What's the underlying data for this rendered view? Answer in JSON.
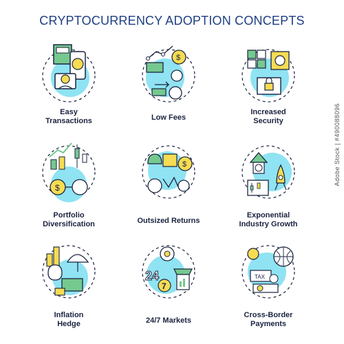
{
  "title": "CRYPTOCURRENCY ADOPTION CONCEPTS",
  "icons": [
    {
      "label_line1": "Easy",
      "label_line2": "Transactions",
      "icon": "atm-phone-person-icon"
    },
    {
      "label_line1": "Low Fees",
      "label_line2": "",
      "icon": "money-exchange-icon"
    },
    {
      "label_line1": "Increased",
      "label_line2": "Security",
      "icon": "blockchain-lock-icon"
    },
    {
      "label_line1": "Portfolio",
      "label_line2": "Diversification",
      "icon": "candlestick-coins-icon"
    },
    {
      "label_line1": "Outsized Returns",
      "label_line2": "",
      "icon": "moneybag-calendar-icon"
    },
    {
      "label_line1": "Exponential",
      "label_line2": "Industry Growth",
      "icon": "rocket-chart-icon"
    },
    {
      "label_line1": "Inflation",
      "label_line2": "Hedge",
      "icon": "umbrella-moneybag-icon"
    },
    {
      "label_line1": "24/7 Markets",
      "label_line2": "",
      "icon": "clock-shop-icon"
    },
    {
      "label_line1": "Cross-Border",
      "label_line2": "Payments",
      "icon": "globe-tax-icon"
    }
  ],
  "watermark": "Adobe Stock | #490088096",
  "colors": {
    "outline": "#1b2340",
    "circle": "#8fe3f2",
    "yellow": "#f5dc52",
    "green": "#75c98f",
    "dash": "#1b2340",
    "title": "#1f3f82"
  }
}
